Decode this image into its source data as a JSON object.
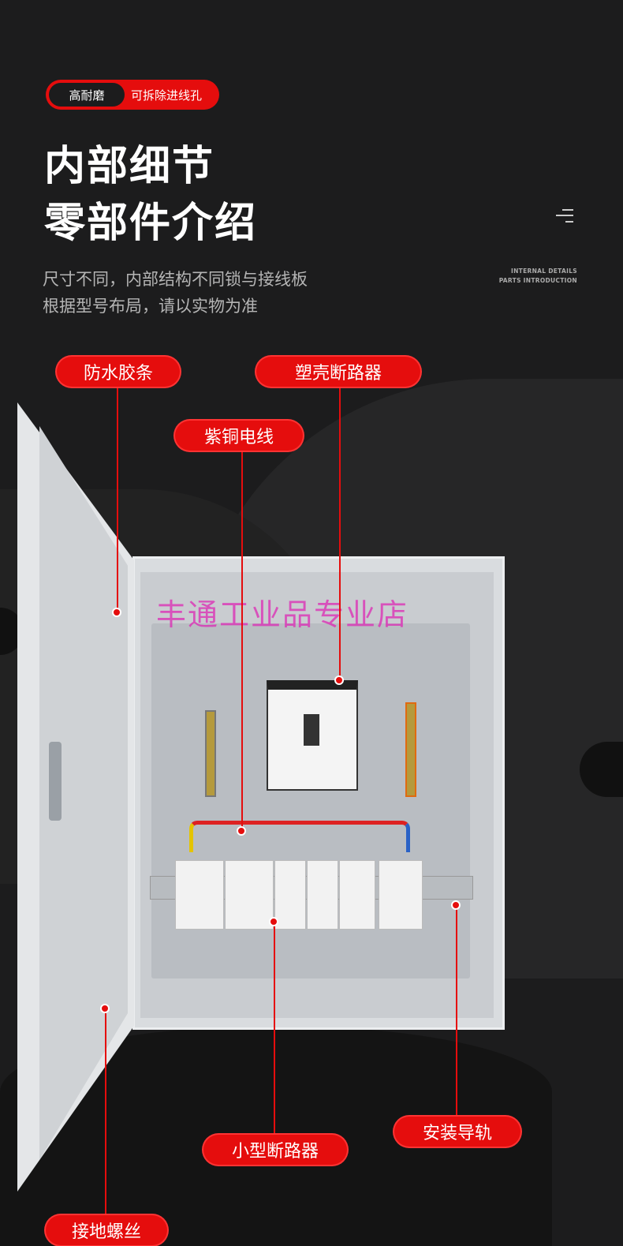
{
  "tag": {
    "primary": "高耐磨",
    "secondary": "可拆除进线孔"
  },
  "title": {
    "line1": "内部细节",
    "line2": "零部件介绍"
  },
  "subtitle": {
    "line1": "尺寸不同，内部结构不同锁与接线板",
    "line2": "根据型号布局，请以实物为准"
  },
  "english": {
    "line1": "INTERNAL DETAILS",
    "line2": "PARTS INTRODUCTION"
  },
  "watermark": "丰通工业品专业店",
  "callouts": {
    "gasket": "防水胶条",
    "mccb": "塑壳断路器",
    "copper_wire": "紫铜电线",
    "mini_breaker": "小型断路器",
    "din_rail": "安装导轨",
    "ground_screw": "接地螺丝"
  },
  "colors": {
    "accent": "#e50d0d",
    "background": "#1c1c1d"
  }
}
